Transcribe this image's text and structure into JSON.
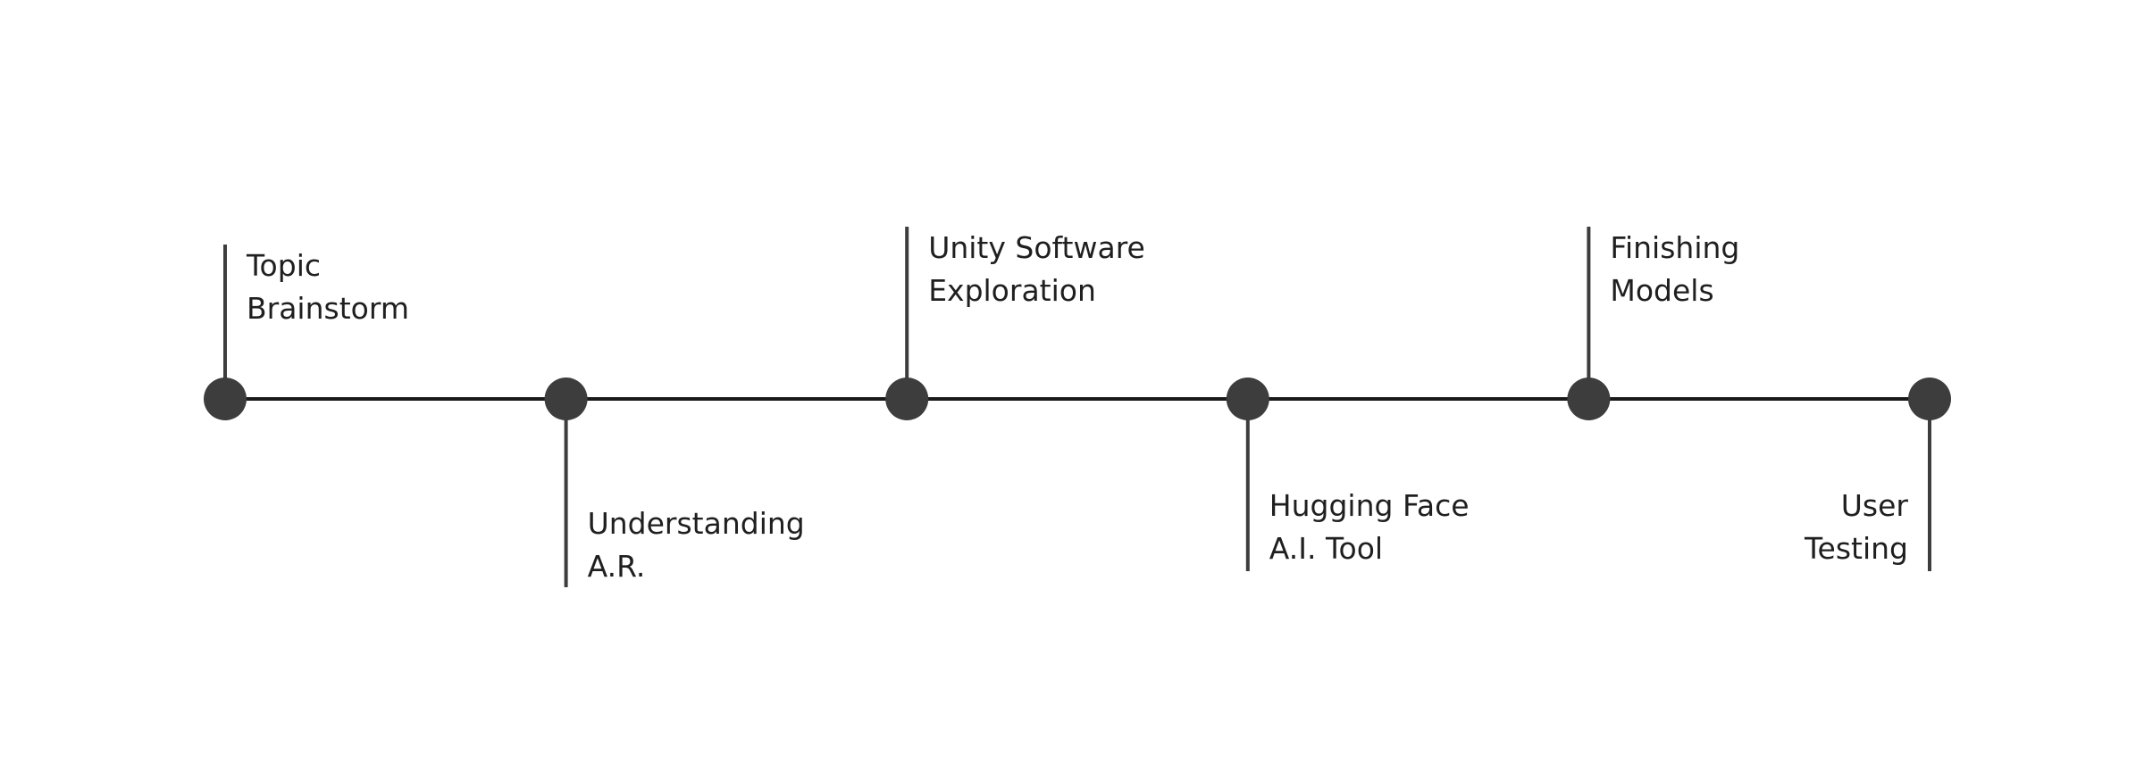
{
  "timeline": {
    "colors": {
      "line": "#1a1a1a",
      "node": "#3d3d3d",
      "text": "#1f1f1f"
    },
    "milestones": [
      {
        "id": "topic-brainstorm",
        "lines": [
          "Topic",
          "Brainstorm"
        ],
        "side": "above",
        "align": "left"
      },
      {
        "id": "understanding-ar",
        "lines": [
          "Understanding",
          "A.R."
        ],
        "side": "below",
        "align": "left"
      },
      {
        "id": "unity-software-exploration",
        "lines": [
          "Unity Software",
          "Exploration"
        ],
        "side": "above",
        "align": "left"
      },
      {
        "id": "hugging-face-ai-tool",
        "lines": [
          "Hugging Face",
          "A.I. Tool"
        ],
        "side": "below",
        "align": "left"
      },
      {
        "id": "finishing-models",
        "lines": [
          "Finishing",
          "Models"
        ],
        "side": "above",
        "align": "left"
      },
      {
        "id": "user-testing",
        "lines": [
          "User",
          "Testing"
        ],
        "side": "below",
        "align": "right"
      }
    ]
  }
}
